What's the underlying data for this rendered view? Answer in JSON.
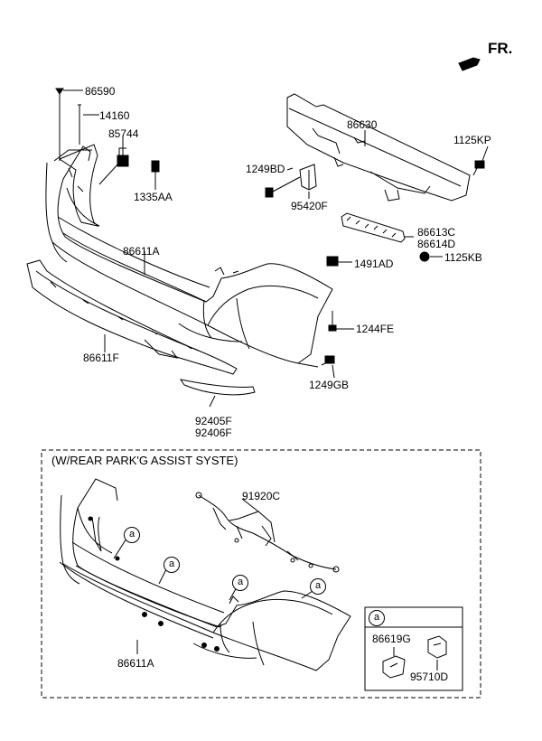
{
  "direction_label": "FR.",
  "section_title": "(W/REAR PARK'G ASSIST SYSTE)",
  "callout_marker": "a",
  "labels": {
    "p86590": "86590",
    "p14160": "14160",
    "p85744": "85744",
    "p1335AA": "1335AA",
    "p86611A_top": "86611A",
    "p86611F": "86611F",
    "p92405F": "92405F",
    "p92406F": "92406F",
    "p86630": "86630",
    "p1125KP": "1125KP",
    "p1249BD": "1249BD",
    "p95420F": "95420F",
    "p86613C": "86613C",
    "p86614D": "86614D",
    "p1125KB": "1125KB",
    "p1491AD": "1491AD",
    "p1244FE": "1244FE",
    "p1249GB": "1249GB",
    "p91920C": "91920C",
    "p86611A_bottom": "86611A",
    "p86619G": "86619G",
    "p95710D": "95710D"
  }
}
